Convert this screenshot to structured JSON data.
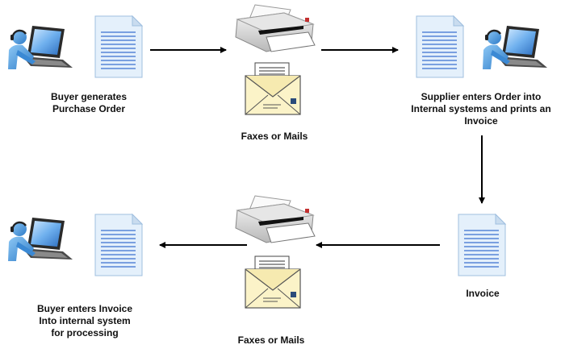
{
  "steps": {
    "buyer_order": {
      "label_line1": "Buyer generates",
      "label_line2": "Purchase Order"
    },
    "fax_top": {
      "label": "Faxes or Mails"
    },
    "supplier": {
      "label_line1": "Supplier enters Order into",
      "label_line2": "Internal systems and prints an",
      "label_line3": "Invoice"
    },
    "invoice": {
      "label": "Invoice"
    },
    "fax_bottom": {
      "label": "Faxes or Mails"
    },
    "buyer_invoice": {
      "label_line1": "Buyer enters Invoice",
      "label_line2": "Into internal system",
      "label_line3": "for processing"
    }
  },
  "colors": {
    "person_blue": "#3a8fd8",
    "doc_line_blue": "#3a6fd0",
    "arrow": "#000000",
    "envelope": "#fbf3c8"
  },
  "icons": [
    "person-at-computer-icon",
    "document-icon",
    "fax-machine-icon",
    "envelope-icon"
  ]
}
